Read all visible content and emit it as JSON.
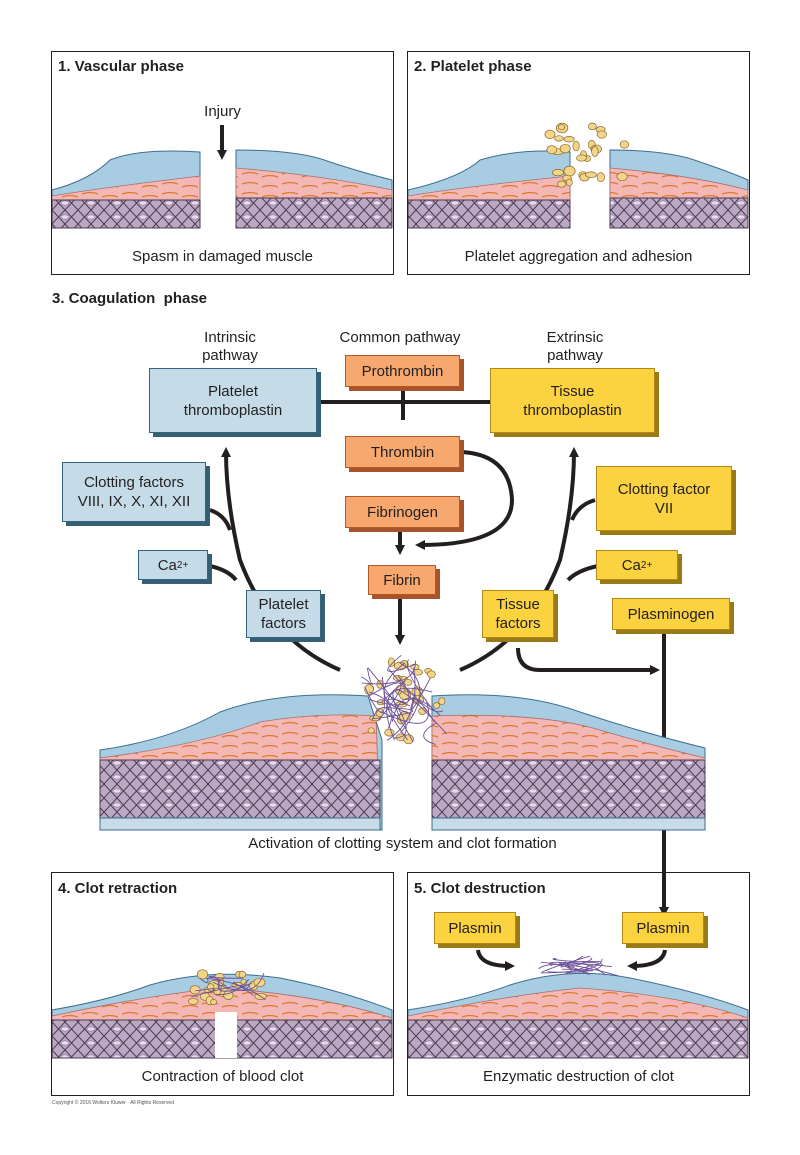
{
  "panels": {
    "vascular": {
      "title": "1. Vascular phase",
      "injury": "Injury",
      "caption": "Spasm in damaged muscle"
    },
    "platelet": {
      "title": "2. Platelet phase",
      "caption": "Platelet aggregation and adhesion"
    },
    "coag": {
      "title": "3. Coagulation  phase",
      "intrinsic": "Intrinsic\npathway",
      "common": "Common pathway",
      "extrinsic": "Extrinsic\npathway",
      "caption": "Activation of clotting system and clot formation"
    },
    "retraction": {
      "title": "4. Clot retraction",
      "caption": "Contraction of blood clot"
    },
    "destruction": {
      "title": "5. Clot destruction",
      "caption": "Enzymatic destruction of clot"
    }
  },
  "boxes": {
    "platelet_thromboplastin": "Platelet\nthromboplastin",
    "clotting_factors_intrinsic": "Clotting factors\nVIII, IX, X, XI, XII",
    "ca_intrinsic": "Ca",
    "ca_sup": "2+",
    "platelet_factors": "Platelet\nfactors",
    "prothrombin": "Prothrombin",
    "thrombin": "Thrombin",
    "fibrinogen": "Fibrinogen",
    "fibrin": "Fibrin",
    "tissue_thromboplastin": "Tissue\nthromboplastin",
    "clotting_factor_vii": "Clotting factor\nVII",
    "ca_extrinsic": "Ca",
    "tissue_factors": "Tissue\nfactors",
    "plasminogen": "Plasminogen",
    "plasmin_left": "Plasmin",
    "plasmin_right": "Plasmin"
  },
  "copyright": "Copyright © 2016 Wolters Kluwer · All Rights Reserved",
  "colors": {
    "blue_box": "#c5dce8",
    "orange_box": "#f6a86e",
    "yellow_box": "#fbd23f",
    "endothelium": "#a8cde3",
    "intima": "#f2b5b5",
    "muscle": "#b9a7c2",
    "outer": "#c7dbe8",
    "fiber": "#e07a33",
    "platelet": "#f2d58a",
    "fibrin": "#6b4f9a"
  }
}
